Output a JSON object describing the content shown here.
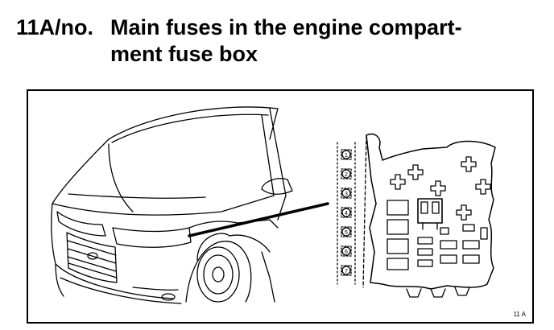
{
  "title": {
    "number": "11A/no.",
    "line1": "Main fuses in the engine compart-",
    "line2": "ment fuse box"
  },
  "figure": {
    "reference": "11 A",
    "fuse_labels": [
      "1",
      "2",
      "3",
      "4",
      "5",
      "6",
      "7"
    ]
  }
}
